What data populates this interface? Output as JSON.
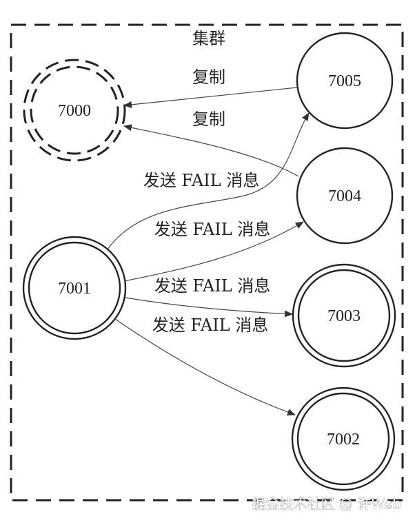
{
  "cluster": {
    "label": "集群"
  },
  "nodes": {
    "n7000": {
      "label": "7000",
      "style": "dashed-double"
    },
    "n7001": {
      "label": "7001",
      "style": "double"
    },
    "n7002": {
      "label": "7002",
      "style": "double"
    },
    "n7003": {
      "label": "7003",
      "style": "double"
    },
    "n7004": {
      "label": "7004",
      "style": "single"
    },
    "n7005": {
      "label": "7005",
      "style": "single"
    }
  },
  "edges": {
    "e7005_7000": {
      "from": "7005",
      "to": "7000",
      "label": "复制"
    },
    "e7004_7000": {
      "from": "7004",
      "to": "7000",
      "label": "复制"
    },
    "e7001_7005": {
      "from": "7001",
      "to": "7005",
      "label": "发送 FAIL 消息"
    },
    "e7001_7004": {
      "from": "7001",
      "to": "7004",
      "label": "发送 FAIL 消息"
    },
    "e7001_7003": {
      "from": "7001",
      "to": "7003",
      "label": "发送 FAIL 消息"
    },
    "e7001_7002": {
      "from": "7001",
      "to": "7002",
      "label": "发送 FAIL 消息"
    }
  },
  "watermark": "掘金技术社区 @ 许Web",
  "colors": {
    "stroke": "#222222",
    "edge": "#444444",
    "background": "#ffffff"
  }
}
